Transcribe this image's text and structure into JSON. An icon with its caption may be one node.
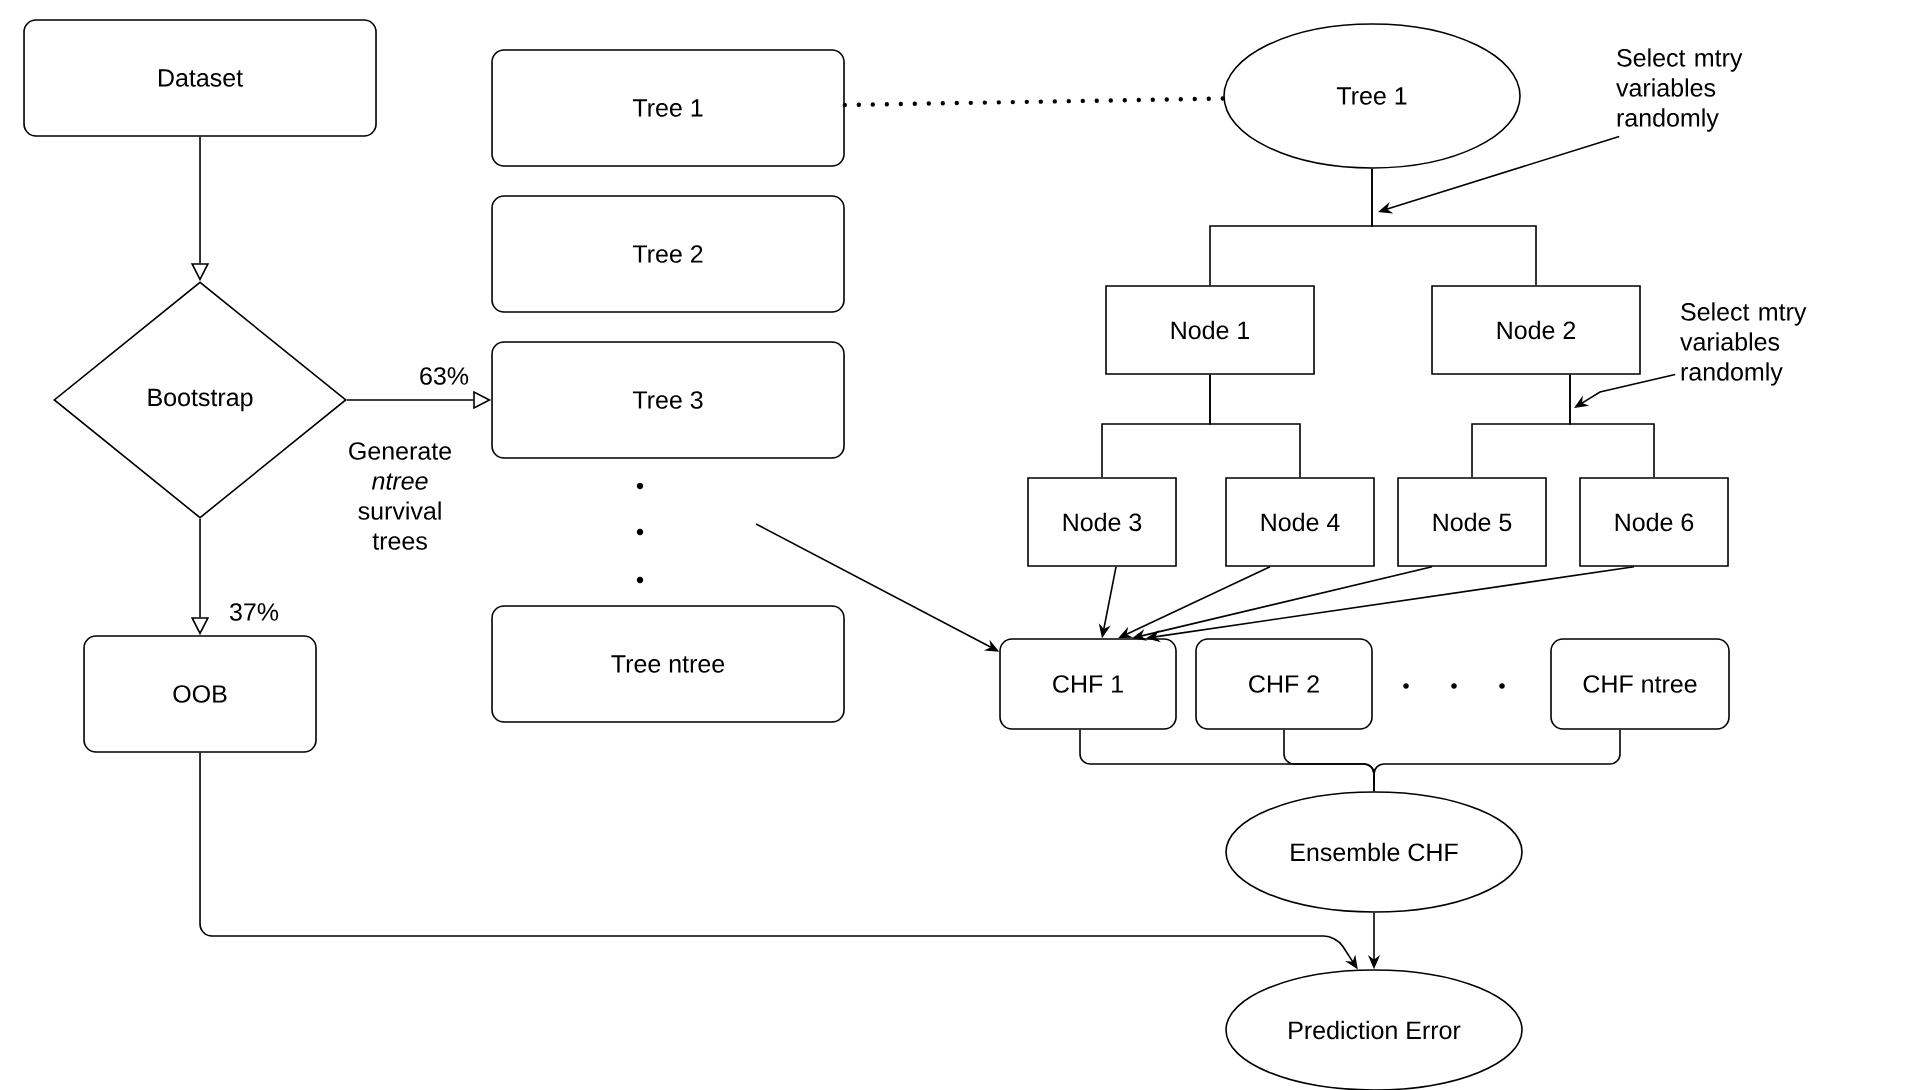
{
  "diagram": {
    "nodes": [
      {
        "text": [
          "Dataset"
        ]
      },
      {
        "text": [
          "Bootstrap"
        ]
      },
      {
        "text": [
          "OOB"
        ]
      },
      {
        "text": [
          "Tree 1"
        ]
      },
      {
        "text": [
          "Tree 2"
        ]
      },
      {
        "text": [
          "Tree 3"
        ]
      },
      {
        "text": [
          "Tree ntree"
        ]
      },
      {
        "text": [
          "Tree 1"
        ]
      },
      {
        "text": [
          "Node 1"
        ]
      },
      {
        "text": [
          "Node 2"
        ]
      },
      {
        "text": [
          "Node 3"
        ]
      },
      {
        "text": [
          "Node 4"
        ]
      },
      {
        "text": [
          "Node 5"
        ]
      },
      {
        "text": [
          "Node 6"
        ]
      },
      {
        "text": [
          "CHF 1"
        ]
      },
      {
        "text": [
          "CHF 2"
        ]
      },
      {
        "text": [
          "CHF ntree"
        ]
      },
      {
        "text": [
          "Ensemble CHF"
        ]
      },
      {
        "text": [
          "Prediction Error"
        ]
      },
      {
        "text": [
          "Select mtry variables randomly"
        ]
      },
      {
        "text": [
          "Select mtry variables randomly"
        ]
      }
    ],
    "edges": [
      {
        "from": 0,
        "to": 1,
        "arrow": "to"
      },
      {
        "from": 1,
        "to": 5,
        "arrow": "to",
        "label": "63%"
      },
      {
        "from": 1,
        "to": 2,
        "arrow": "to",
        "label": "37%"
      },
      {
        "from": 3,
        "to": 7,
        "arrow": "none",
        "style": "dashed"
      },
      {
        "from": 7,
        "to": 8,
        "arrow": "none"
      },
      {
        "from": 7,
        "to": 9,
        "arrow": "none"
      },
      {
        "from": 8,
        "to": 10,
        "arrow": "none"
      },
      {
        "from": 8,
        "to": 11,
        "arrow": "none"
      },
      {
        "from": 9,
        "to": 12,
        "arrow": "none"
      },
      {
        "from": 9,
        "to": 13,
        "arrow": "none"
      },
      {
        "from": 10,
        "to": 14,
        "arrow": "to"
      },
      {
        "from": 11,
        "to": 14,
        "arrow": "to"
      },
      {
        "from": 12,
        "to": 14,
        "arrow": "to"
      },
      {
        "from": 13,
        "to": 14,
        "arrow": "to"
      },
      {
        "from": null,
        "to": 14,
        "arrow": "to"
      },
      {
        "from": 14,
        "to": 17,
        "arrow": "none"
      },
      {
        "from": 15,
        "to": 17,
        "arrow": "none"
      },
      {
        "from": 16,
        "to": 17,
        "arrow": "none"
      },
      {
        "from": 17,
        "to": 18,
        "arrow": "to"
      },
      {
        "from": 2,
        "to": 18,
        "arrow": "to"
      },
      {
        "from": 19,
        "to": null,
        "arrow": "to"
      },
      {
        "from": 20,
        "to": null,
        "arrow": "to"
      }
    ],
    "labels": [
      "Generate *ntree* survival trees"
    ]
  }
}
